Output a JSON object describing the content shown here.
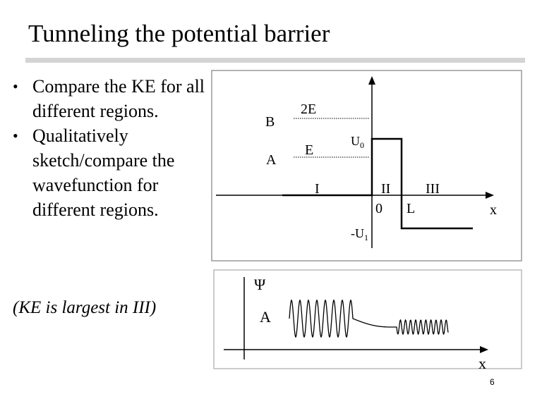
{
  "slide": {
    "title": "Tunneling the potential barrier",
    "bullets": [
      "Compare the KE for all different regions.",
      "Qualitatively sketch/compare  the wavefunction for different regions."
    ],
    "bullet_glyph": "•",
    "note": "(KE is largest in III)",
    "page_number": "6"
  },
  "potential_diagram": {
    "labels": {
      "b": "B",
      "a": "A",
      "two_e": "2E",
      "e": "E",
      "u0": "U",
      "u0_sub": "0",
      "minus_u": "-U",
      "minus_u_sub": "1",
      "region_1": "I",
      "region_2": "II",
      "region_3": "III",
      "origin": "0",
      "l": "L",
      "x_axis": "x"
    },
    "colors": {
      "line": "#000000",
      "frame": "#999999"
    }
  },
  "wavefunction_diagram": {
    "labels": {
      "psi": "Ψ",
      "a": "A",
      "x_axis": "x"
    },
    "colors": {
      "line": "#000000",
      "frame": "#bbbbbb"
    }
  }
}
